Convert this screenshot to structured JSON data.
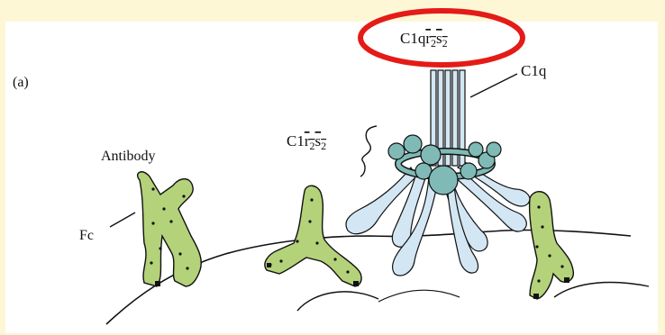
{
  "panel_label": "(a)",
  "labels": {
    "c1q": "C1q",
    "antibody": "Antibody",
    "fc": "Fc",
    "c1_complex": {
      "prefix": "C1",
      "r": "r",
      "r_sub": "2",
      "s": "s",
      "s_sub": "2"
    },
    "highlighted": {
      "prefix": "C1q",
      "r": "r",
      "r_sub": "2",
      "s": "s",
      "s_sub": "2"
    }
  },
  "colors": {
    "background": "#fdf7d6",
    "panel": "#ffffff",
    "antibody_fill": "#b3d27a",
    "globular_head": "#7fbab6",
    "collagen_stalk": "#d3e6f3",
    "highlight_ring": "#e41b17"
  }
}
